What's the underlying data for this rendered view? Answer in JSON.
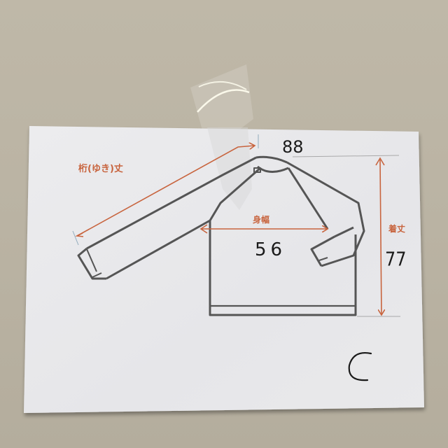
{
  "photo": {
    "background": "beige wall",
    "colors": {
      "wall": "#bbb4a4",
      "paper": "#e9e9eb",
      "garment_outline": "#555555",
      "dimension_arrow": "#c8643e",
      "handwriting": "#1a1a1a"
    }
  },
  "sheet": {
    "diagram": "long-sleeve raglan sweatshirt measurement diagram",
    "labels": {
      "sleeve_length": "桁(ゆき)丈",
      "body_width": "身幅",
      "body_length": "着丈"
    },
    "handwritten": {
      "sleeve_length_value": "88",
      "body_width_value": "56",
      "body_length_value": "77",
      "code_letter": "C"
    }
  }
}
